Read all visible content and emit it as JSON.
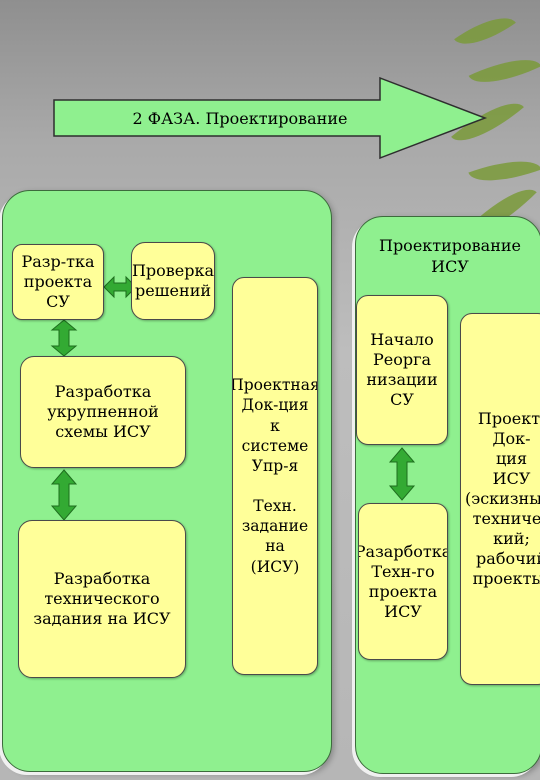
{
  "header_arrow": {
    "label": "2 ФАЗА. Проектирование"
  },
  "left_panel": {
    "razrabotka_proekta": "Разр-тка\nпроекта\nСУ",
    "proverka_resheniy": "Проверка\nрешений",
    "ukrupnennaya_schema": "Разработка\nукрупненной\nсхемы ИСУ",
    "tekh_zadanie": "Разработка\nтехнического\nзадания на ИСУ",
    "proektnaya_dok": "Проектная\nДок-ция\nк\nсистеме\nУпр-я\n\nТехн.\nзадание\nна\n(ИСУ)"
  },
  "right_panel": {
    "title": "Проектирование\nИСУ",
    "nachalo_reorganizacii": "Начало\nРеорга\nнизации\nСУ",
    "tekh_proekt": "Разарботка\nТехн-го\nпроекта\nИСУ",
    "proekt_dok": "Проект.\nДок-\nция\nИСУ\n(эскизный;\nтехничес\nкий;\nрабочий\nпроекты)"
  },
  "colors": {
    "panel": "#8ff08f",
    "box": "#ffff99",
    "connector": "#33aa33"
  }
}
